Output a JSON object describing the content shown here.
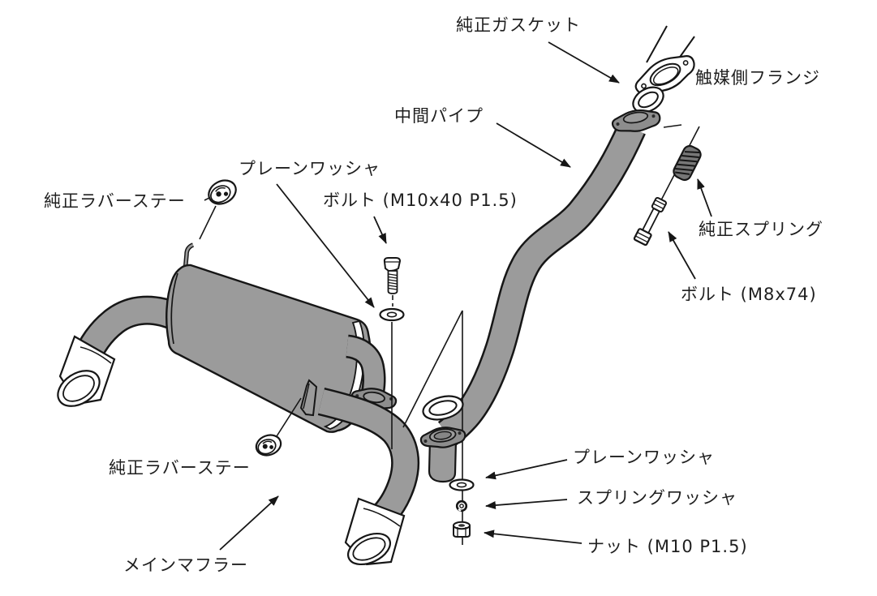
{
  "diagram": {
    "title_hint": "exhaust-system-exploded-parts-diagram",
    "colors": {
      "background": "#ffffff",
      "outline": "#161616",
      "pipe_gray": "#9b9b9b",
      "flange_gray": "#8d8d8d",
      "part_white": "#ffffff"
    },
    "labels": {
      "genuine_gasket": "純正ガスケット",
      "catalyst_side_flange": "触媒側フランジ",
      "mid_pipe": "中間パイプ",
      "plain_washer_upper": "プレーンワッシャ",
      "bolt_m10": "ボルト (M10x40 P1.5)",
      "genuine_rubber_stay_upper": "純正ラバーステー",
      "genuine_spring": "純正スプリング",
      "bolt_m8": "ボルト (M8x74)",
      "genuine_rubber_stay_lower": "純正ラバーステー",
      "main_muffler": "メインマフラー",
      "plain_washer_lower": "プレーンワッシャ",
      "spring_washer": "スプリングワッシャ",
      "nut_m10": "ナット (M10 P1.5)"
    }
  }
}
